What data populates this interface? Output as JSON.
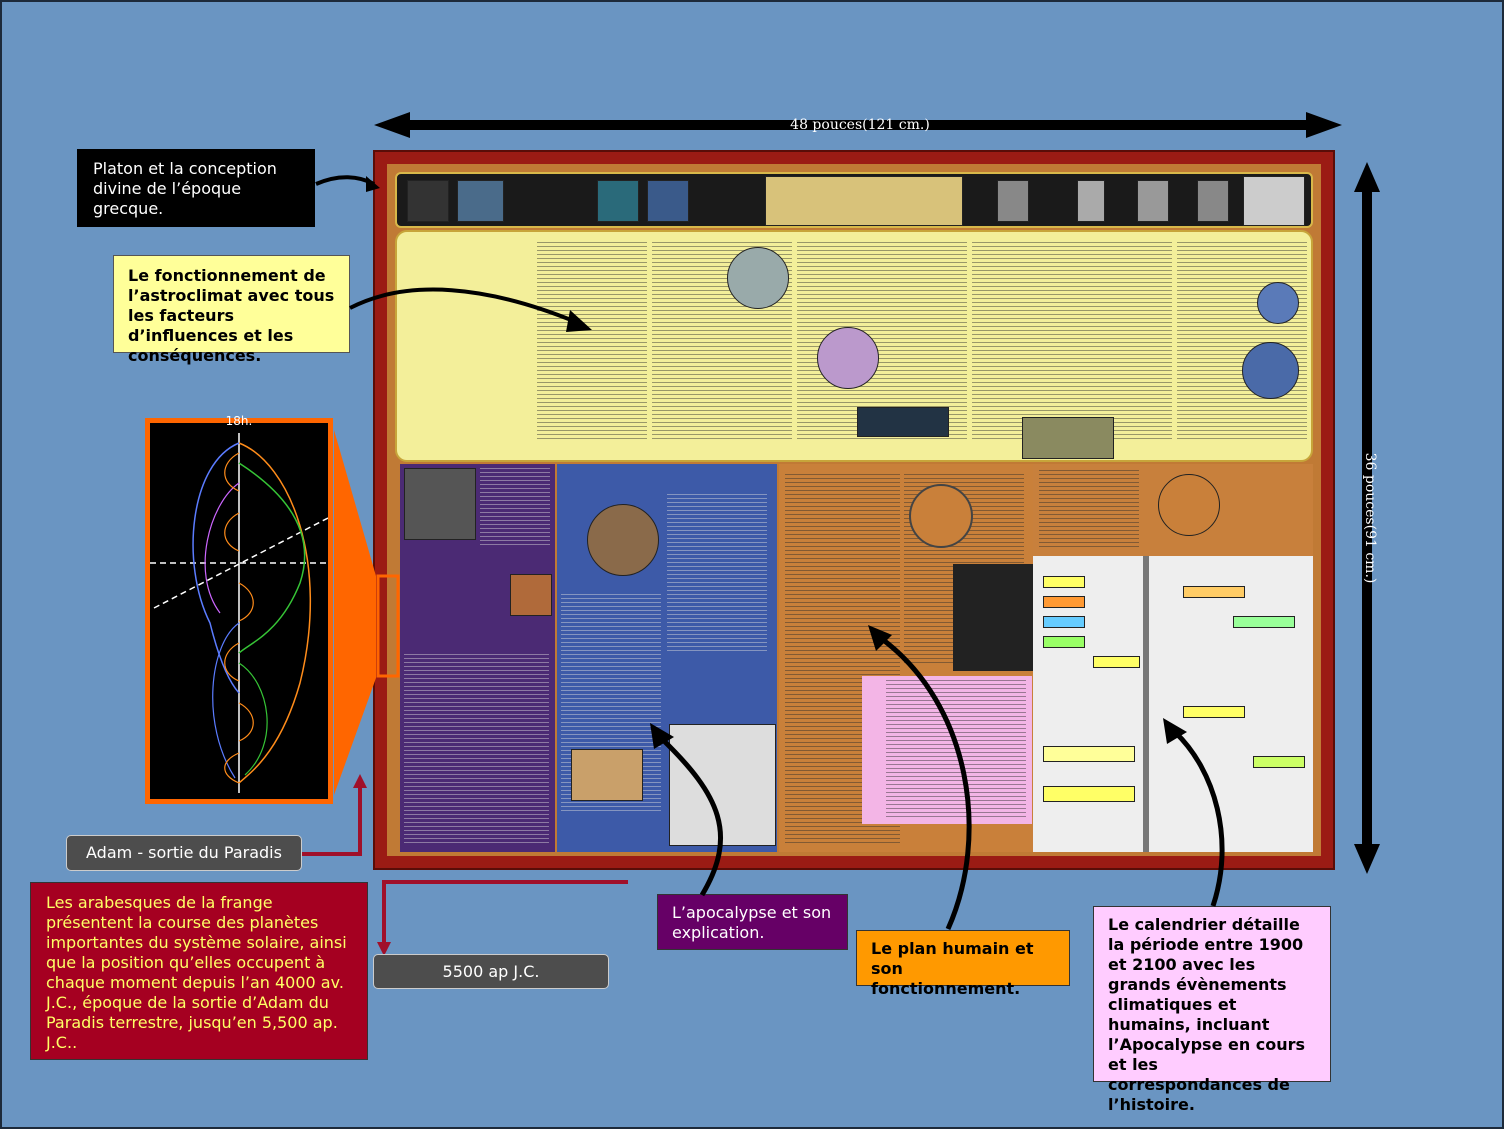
{
  "dimensions": {
    "width_label": "48 pouces(121 cm.)",
    "height_label": "36 pouces(91 cm.)"
  },
  "planet_inset": {
    "hour_label": "18h."
  },
  "callouts": {
    "platon": "Platon et la conception divine de l’époque grecque.",
    "astroclimat": "Le fonctionnement de l’astroclimat avec tous les facteurs d’influences et les conséquences.",
    "adam": "Adam - sortie du Paradis",
    "arabesques": "Les arabesques de la frange présentent la course des planètes importantes du système solaire, ainsi que la position qu’elles occupent à chaque moment depuis l’an 4000 av. J.C., époque de la sortie d’Adam du Paradis terrestre, jusqu’en 5,500 ap. J.C..",
    "end_year": "5500 ap J.C.",
    "apocalypse": "L’apocalypse et son explication.",
    "plan_humain": "Le plan humain et son fonctionnement.",
    "calendrier": "Le calendrier détaille la période entre 1900 et 2100 avec les grands évènements climatiques et humains, incluant l’Apocalypse en cours et les correspondances de l’histoire."
  },
  "colors": {
    "background": "#6a95c2",
    "platon_box": "#000000",
    "astroclimat_box": "#ffff99",
    "adam_box": "#4d4d4d",
    "arabesques_box": "#a50021",
    "arabesques_text": "#ffff66",
    "apocalypse_box": "#660066",
    "plan_humain_box": "#ff9900",
    "calendrier_box": "#ffccff",
    "inset_border": "#ff6600",
    "connector": "#a0102a"
  }
}
